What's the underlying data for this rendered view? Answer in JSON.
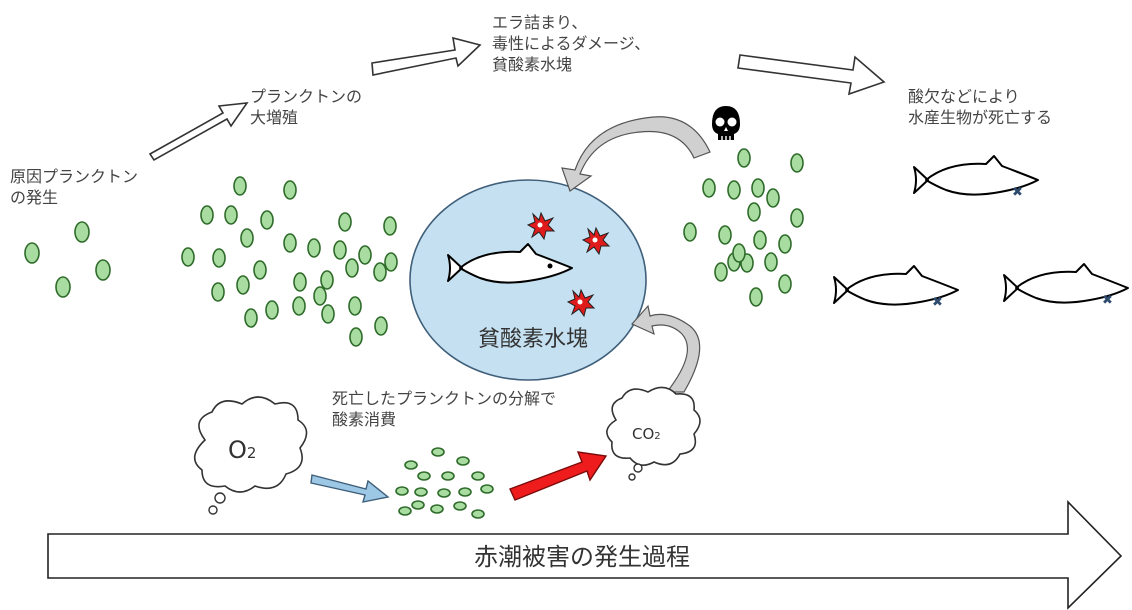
{
  "stages": [
    {
      "lines": [
        "原因プランクトン",
        "の発生"
      ]
    },
    {
      "lines": [
        "プランクトンの",
        "大増殖"
      ]
    },
    {
      "lines": [
        "エラ詰まり、",
        "毒性によるダメージ、",
        "貧酸素水塊"
      ]
    },
    {
      "lines": [
        "酸欠などにより",
        "水産生物が死亡する"
      ]
    }
  ],
  "hypoxic_zone": {
    "label": "貧酸素水塊"
  },
  "decomposition": {
    "lines": [
      "死亡したプランクトンの分解で",
      "酸素消費"
    ]
  },
  "oxygen_cloud": {
    "label": "O",
    "subscript": "2"
  },
  "co2_cloud": {
    "label": "CO",
    "subscript": "2"
  },
  "process_arrow": {
    "label": "赤潮被害の発生過程"
  },
  "colors": {
    "plankton_fill": "#a9dca0",
    "plankton_stroke": "#2e6b2a",
    "water_fill": "#c5e0f0",
    "water_stroke": "#3f5f7a",
    "toxin_red": "#e01b1b",
    "o2_arrow": "#9cc8e6",
    "co2_arrow": "#ee1c1c",
    "cycle_arrow": "#d0d0d0"
  },
  "icons": [
    "skull-icon",
    "fish-icon",
    "dead-fish-icon",
    "toxic-particle-icon",
    "cloud-icon"
  ]
}
